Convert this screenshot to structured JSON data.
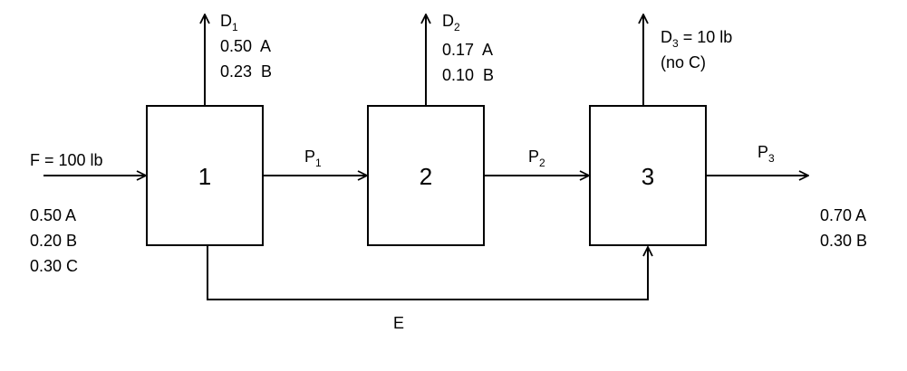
{
  "units": [
    {
      "label": "1"
    },
    {
      "label": "2"
    },
    {
      "label": "3"
    }
  ],
  "feed": {
    "label": "F = 100 lb",
    "composition": [
      "0.50 A",
      "0.20 B",
      "0.30 C"
    ]
  },
  "d1": {
    "name": "D",
    "subscript": "1",
    "composition": [
      "0.50  A",
      "0.23  B"
    ]
  },
  "d2": {
    "name": "D",
    "subscript": "2",
    "composition": [
      "0.17  A",
      "0.10  B"
    ]
  },
  "d3": {
    "name": "D",
    "subscript": "3",
    "suffix": " = 10 lb",
    "note": "(no C)"
  },
  "p1": {
    "name": "P",
    "subscript": "1"
  },
  "p2": {
    "name": "P",
    "subscript": "2"
  },
  "p3": {
    "name": "P",
    "subscript": "3",
    "composition": [
      "0.70 A",
      "0.30 B"
    ]
  },
  "recycle": {
    "label": "E"
  }
}
